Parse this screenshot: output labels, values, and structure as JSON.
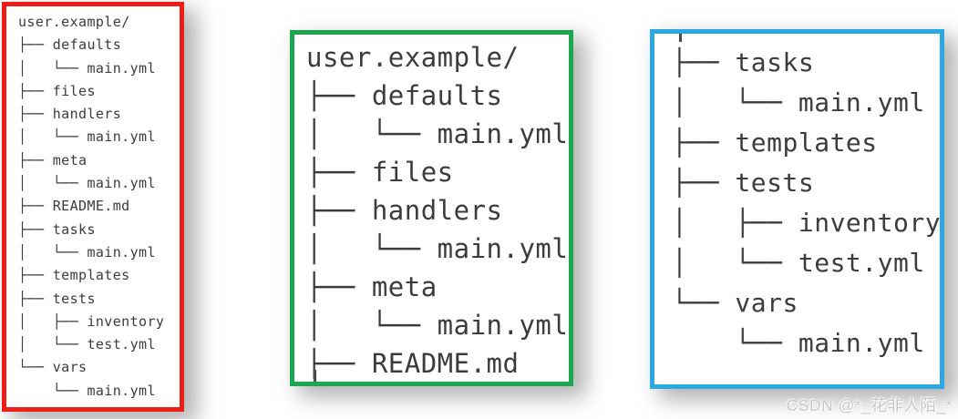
{
  "colors": {
    "red_border": "#ee1e17",
    "green_border": "#1ca64f",
    "blue_border": "#29a8e1",
    "tree_text": "#3c3c3c",
    "watermark_text": "#c7c7c7"
  },
  "panels": [
    {
      "id": "full-tree",
      "border_color": "#ee1e17",
      "lines": [
        "user.example/",
        "├── defaults",
        "│   └── main.yml",
        "├── files",
        "├── handlers",
        "│   └── main.yml",
        "├── meta",
        "│   └── main.yml",
        "├── README.md",
        "├── tasks",
        "│   └── main.yml",
        "├── templates",
        "├── tests",
        "│   ├── inventory",
        "│   └── test.yml",
        "└── vars",
        "    └── main.yml"
      ]
    },
    {
      "id": "tree-top-half-zoom",
      "border_color": "#1ca64f",
      "lines": [
        "user.example/",
        "├── defaults",
        "│   └── main.yml",
        "├── files",
        "├── handlers",
        "│   └── main.yml",
        "├── meta",
        "│   └── main.yml",
        "├── README.md"
      ]
    },
    {
      "id": "tree-bottom-half-zoom",
      "border_color": "#29a8e1",
      "lines": [
        "├── tasks",
        "│   └── main.yml",
        "├── templates",
        "├── tests",
        "│   ├── inventory",
        "│   └── test.yml",
        "└── vars",
        "    └── main.yml"
      ]
    }
  ],
  "watermark": {
    "text": "CSDN @*_花非人陌_*"
  }
}
